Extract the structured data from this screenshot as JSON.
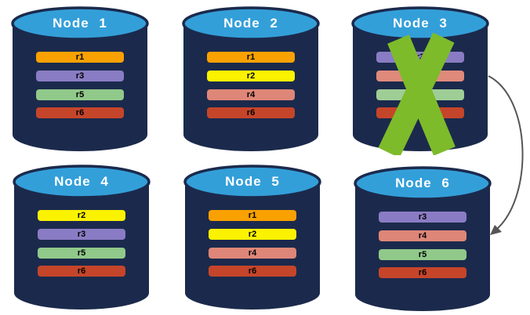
{
  "colors": {
    "background": "#FFFFFF",
    "cylinder_body": "#1B2A4C",
    "cylinder_top": "#339FD9",
    "cylinder_top_border": "#1B2A4C",
    "node_title_text": "#FFFFFF",
    "bar_text": "#000000",
    "failure_x": "#7DBB2B",
    "arrow": "#555555"
  },
  "nodes": [
    {
      "name": "Node 1",
      "failed": false,
      "bars": [
        {
          "label": "r1",
          "color": "#F9A100"
        },
        {
          "label": "r3",
          "color": "#8A7CC4"
        },
        {
          "label": "r5",
          "color": "#90C98A"
        },
        {
          "label": "r6",
          "color": "#C5452A"
        }
      ]
    },
    {
      "name": "Node 2",
      "failed": false,
      "bars": [
        {
          "label": "r1",
          "color": "#F9A100"
        },
        {
          "label": "r2",
          "color": "#FBF200"
        },
        {
          "label": "r4",
          "color": "#DE8678"
        },
        {
          "label": "r6",
          "color": "#C5452A"
        }
      ]
    },
    {
      "name": "Node 3",
      "failed": true,
      "bars": [
        {
          "label": "r3",
          "color": "#8A7CC4"
        },
        {
          "label": "r4",
          "color": "#E08A7C"
        },
        {
          "label": "r5",
          "color": "#9FCD96"
        },
        {
          "label": "r6",
          "color": "#C5452A"
        }
      ]
    },
    {
      "name": "Node 4",
      "failed": false,
      "bars": [
        {
          "label": "r2",
          "color": "#FBF200"
        },
        {
          "label": "r3",
          "color": "#8A7CC4"
        },
        {
          "label": "r5",
          "color": "#90C98A"
        },
        {
          "label": "r6",
          "color": "#C5452A"
        }
      ]
    },
    {
      "name": "Node 5",
      "failed": false,
      "bars": [
        {
          "label": "r1",
          "color": "#F9A100"
        },
        {
          "label": "r2",
          "color": "#FBF200"
        },
        {
          "label": "r4",
          "color": "#DE8678"
        },
        {
          "label": "r6",
          "color": "#C5452A"
        }
      ]
    },
    {
      "name": "Node 6",
      "failed": false,
      "bars": [
        {
          "label": "r3",
          "color": "#8A7CC4"
        },
        {
          "label": "r4",
          "color": "#DE8678"
        },
        {
          "label": "r5",
          "color": "#90C98A"
        },
        {
          "label": "r6",
          "color": "#C5452A"
        }
      ]
    }
  ],
  "arrow": {
    "from": "Node 3",
    "to": "Node 6"
  }
}
